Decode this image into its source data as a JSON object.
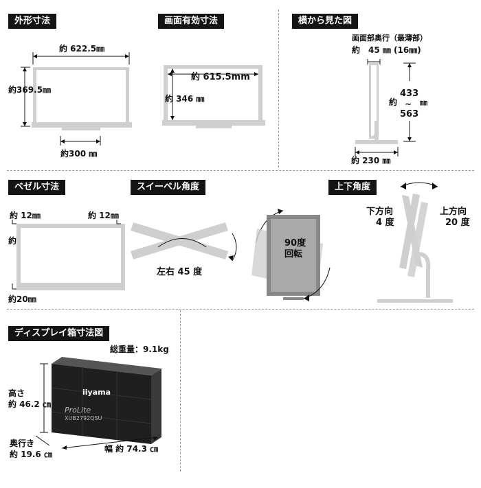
{
  "sections": {
    "outer": {
      "title": "外形寸法",
      "width": "約 622.5㎜",
      "height": "約369.5㎜",
      "stand": "約300 ㎜"
    },
    "screen": {
      "title": "画面有効寸法",
      "width": "約 615.5mm",
      "height": "約 346 ㎜"
    },
    "side": {
      "title": "横から見た図",
      "depth_label": "画面部奥行（最薄部）",
      "depth_value": "約　45 ㎜ (16㎜)",
      "height_min": "433",
      "height_tilde": "~",
      "height_max": "563",
      "height_prefix": "約",
      "height_unit": "㎜",
      "base_depth": "約 230 ㎜"
    },
    "bezel": {
      "title": "ベゼル寸法",
      "top_left": "約 12㎜",
      "top_right": "約 12㎜",
      "side": "約 12㎜",
      "bottom": "約20㎜"
    },
    "swivel": {
      "title": "スイーベル角度",
      "caption": "左右 45 度"
    },
    "pivot": {
      "caption_line1": "90度",
      "caption_line2": "回転"
    },
    "tilt": {
      "title": "上下角度",
      "down_label": "下方向",
      "down_value": "4 度",
      "up_label": "上方向",
      "up_value": "20 度"
    },
    "box": {
      "title": "ディスプレイ箱寸法図",
      "weight": "総重量：9.1kg",
      "height_label": "高さ",
      "height_value": "約 46.2 ㎝",
      "depth_label": "奥行き",
      "depth_value": "約 19.6 ㎝",
      "width_value": "幅 約 74.3 ㎝",
      "brand": "iiyama",
      "series": "ProLite",
      "model": "XUB2792QSU"
    }
  }
}
